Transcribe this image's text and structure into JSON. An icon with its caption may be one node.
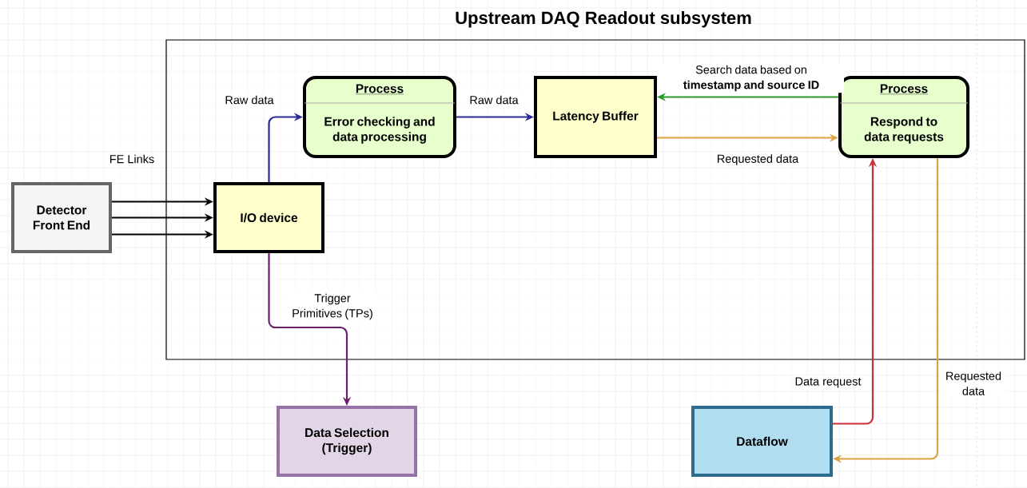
{
  "diagram": {
    "nodes": [
      {
        "text": [
          "Upstream DAQ Readout subsystem"
        ]
      },
      {
        "text": [
          "Detector Front End"
        ]
      },
      {
        "text": [
          "I/O device"
        ],
        "in": 0
      },
      {
        "text": [
          "Process",
          "Error checking and data processing"
        ],
        "in": 0
      },
      {
        "text": [
          "Latency Buffer"
        ],
        "in": 0
      },
      {
        "text": [
          "Process",
          "Respond to data requests"
        ],
        "in": 0
      },
      {
        "text": [
          "Data Selection (Trigger)"
        ]
      },
      {
        "text": [
          "Dataflow"
        ]
      }
    ],
    "edges": [
      {
        "from": 1,
        "to": 2,
        "arrow": "to",
        "label": "FE Links",
        "color": "#000000"
      },
      {
        "from": 1,
        "to": 2,
        "arrow": "to",
        "color": "#000000"
      },
      {
        "from": 1,
        "to": 2,
        "arrow": "to",
        "color": "#000000"
      },
      {
        "from": 2,
        "to": 3,
        "arrow": "to",
        "label": "Raw data",
        "color": "#2a2a96"
      },
      {
        "from": 3,
        "to": 4,
        "arrow": "to",
        "label": "Raw data",
        "color": "#2a2a96"
      },
      {
        "from": 5,
        "to": 4,
        "arrow": "to",
        "label": "Search data based on **timestamp and source ID**",
        "color": "#2a9a2a"
      },
      {
        "from": 4,
        "to": 5,
        "arrow": "to",
        "label": "Requested data",
        "color": "#d9a441"
      },
      {
        "from": 2,
        "to": 6,
        "arrow": "to",
        "label": "Trigger Primitives (TPs)",
        "color": "#6b1f6e"
      },
      {
        "from": 7,
        "to": 5,
        "arrow": "to",
        "label": "Data request",
        "color": "#c6323a"
      },
      {
        "from": 5,
        "to": 7,
        "arrow": "to",
        "label": "Requested data",
        "color": "#d9a441"
      }
    ]
  }
}
